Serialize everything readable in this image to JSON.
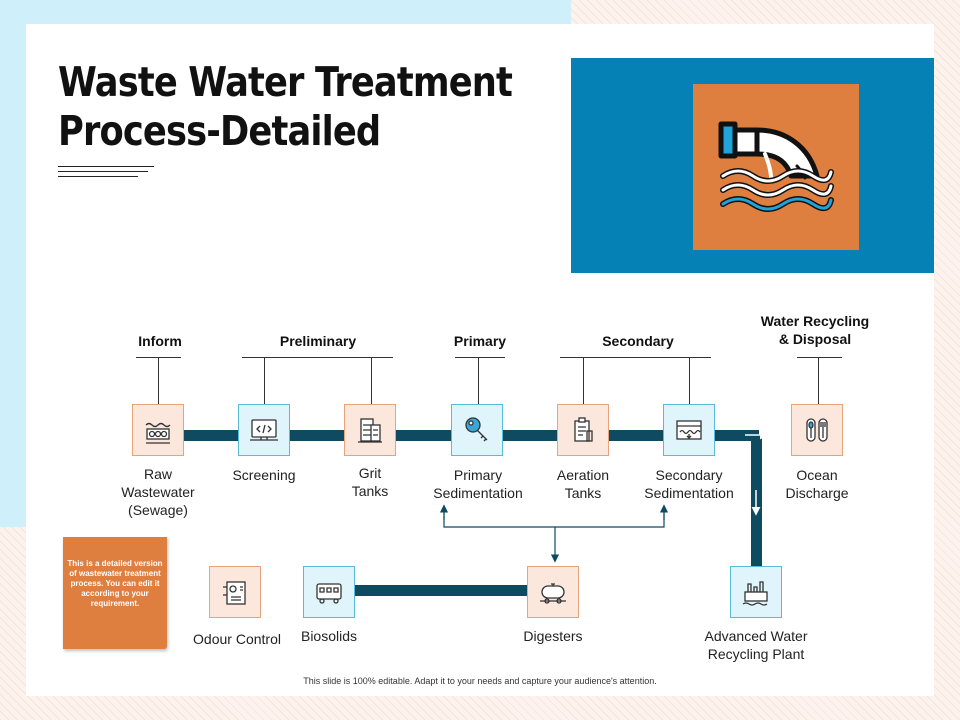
{
  "title": "Waste Water Treatment\nProcess-Detailed",
  "hero_icon": "sewage-pipe-water-icon",
  "stages": {
    "inform": "Inform",
    "preliminary": "Preliminary",
    "primary": "Primary",
    "secondary": "Secondary",
    "recycling": "Water Recycling\n& Disposal"
  },
  "nodes": {
    "raw_wastewater": "Raw\nWastewater\n(Sewage)",
    "screening": "Screening",
    "grit_tanks": "Grit\nTanks",
    "primary_sedimentation": "Primary\nSedimentation",
    "aeration_tanks": "Aeration\nTanks",
    "secondary_sedimentation": "Secondary\nSedimentation",
    "ocean_discharge": "Ocean\nDischarge",
    "odour_control": "Odour Control",
    "biosolids": "Biosolids",
    "digesters": "Digesters",
    "advanced_water_recycling": "Advanced Water\nRecycling Plant"
  },
  "note": "This is a detailed version of wastewater treatment process. You can edit it according to your requirement.",
  "footer": "This slide is 100% editable.  Adapt it to your needs and capture your audience's attention.",
  "colors": {
    "orange": "#df7f3f",
    "blue": "#0581b5",
    "pipe": "#0e4a60"
  }
}
